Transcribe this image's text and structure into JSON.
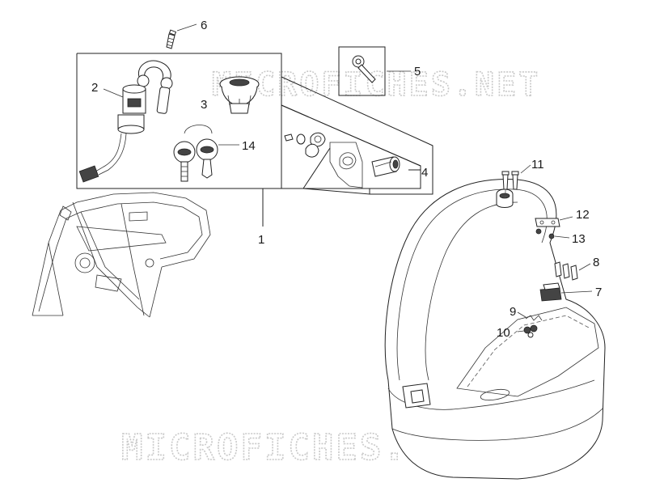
{
  "watermark": {
    "top": "MICROFICHES.NET",
    "bottom": "MICROFICHES.NET"
  },
  "callouts": [
    {
      "id": "1",
      "label": "1"
    },
    {
      "id": "2",
      "label": "2"
    },
    {
      "id": "3",
      "label": "3"
    },
    {
      "id": "4",
      "label": "4"
    },
    {
      "id": "5",
      "label": "5"
    },
    {
      "id": "6",
      "label": "6"
    },
    {
      "id": "7",
      "label": "7"
    },
    {
      "id": "8",
      "label": "8"
    },
    {
      "id": "9",
      "label": "9"
    },
    {
      "id": "10",
      "label": "10"
    },
    {
      "id": "11",
      "label": "11"
    },
    {
      "id": "12",
      "label": "12"
    },
    {
      "id": "13",
      "label": "13"
    },
    {
      "id": "14",
      "label": "14"
    }
  ]
}
